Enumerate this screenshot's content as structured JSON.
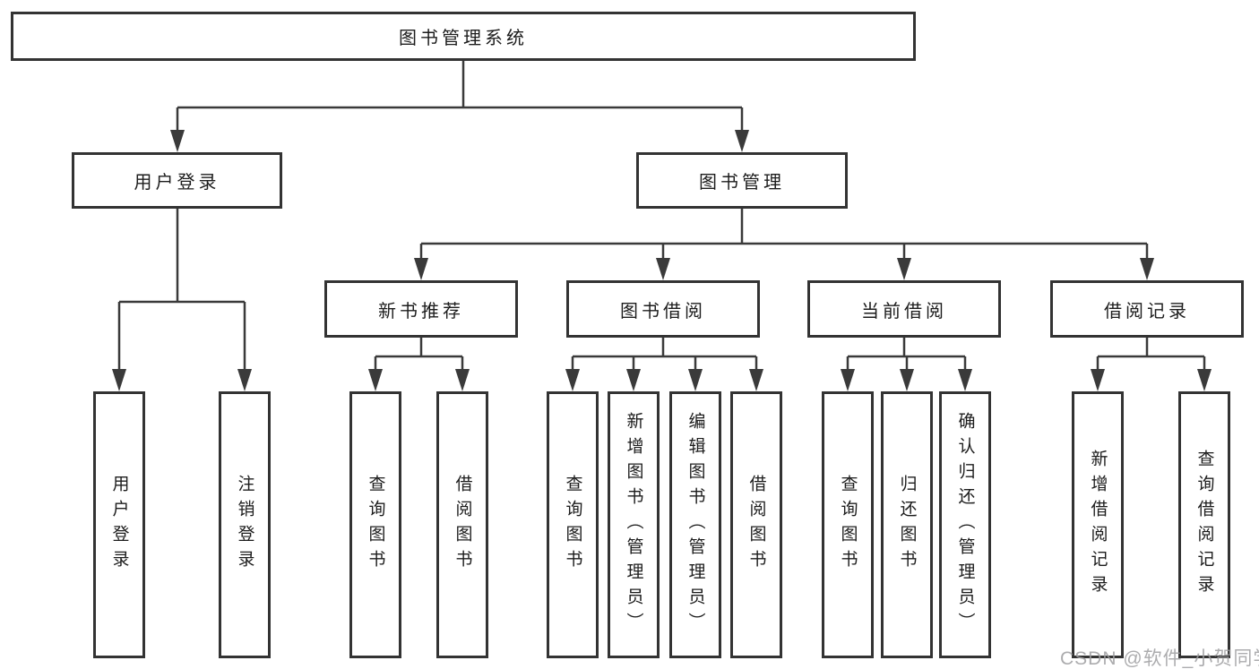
{
  "diagram": {
    "title": "图书管理系统",
    "root": {
      "label": "图书管理系统"
    },
    "level2": [
      {
        "id": "user-login",
        "label": "用户登录"
      },
      {
        "id": "book-management",
        "label": "图书管理"
      }
    ],
    "level3": [
      {
        "id": "new-book-recommend",
        "label": "新书推荐",
        "parent": "book-management"
      },
      {
        "id": "book-borrow",
        "label": "图书借阅",
        "parent": "book-management"
      },
      {
        "id": "current-borrow",
        "label": "当前借阅",
        "parent": "book-management"
      },
      {
        "id": "borrow-records",
        "label": "借阅记录",
        "parent": "book-management"
      }
    ],
    "leaves": [
      {
        "label": "用户登录",
        "parent": "user-login"
      },
      {
        "label": "注销登录",
        "parent": "user-login"
      },
      {
        "label": "查询图书",
        "parent": "new-book-recommend"
      },
      {
        "label": "借阅图书",
        "parent": "new-book-recommend"
      },
      {
        "label": "查询图书",
        "parent": "book-borrow"
      },
      {
        "label": "新增图书（管理员）",
        "parent": "book-borrow"
      },
      {
        "label": "编辑图书（管理员）",
        "parent": "book-borrow"
      },
      {
        "label": "借阅图书",
        "parent": "book-borrow"
      },
      {
        "label": "查询图书",
        "parent": "current-borrow"
      },
      {
        "label": "归还图书",
        "parent": "current-borrow"
      },
      {
        "label": "确认归还（管理员）",
        "parent": "current-borrow"
      },
      {
        "label": "新增借阅记录",
        "parent": "borrow-records"
      },
      {
        "label": "查询借阅记录",
        "parent": "borrow-records"
      }
    ]
  },
  "watermark": {
    "text": "CSDN @软件_小贺同学"
  },
  "colors": {
    "background": "#ffffff",
    "box_border": "#333333",
    "box_fill": "#ffffff",
    "connector": "#3a3a3a",
    "text": "#1c1c1c",
    "watermark": "#9e9ea0"
  }
}
